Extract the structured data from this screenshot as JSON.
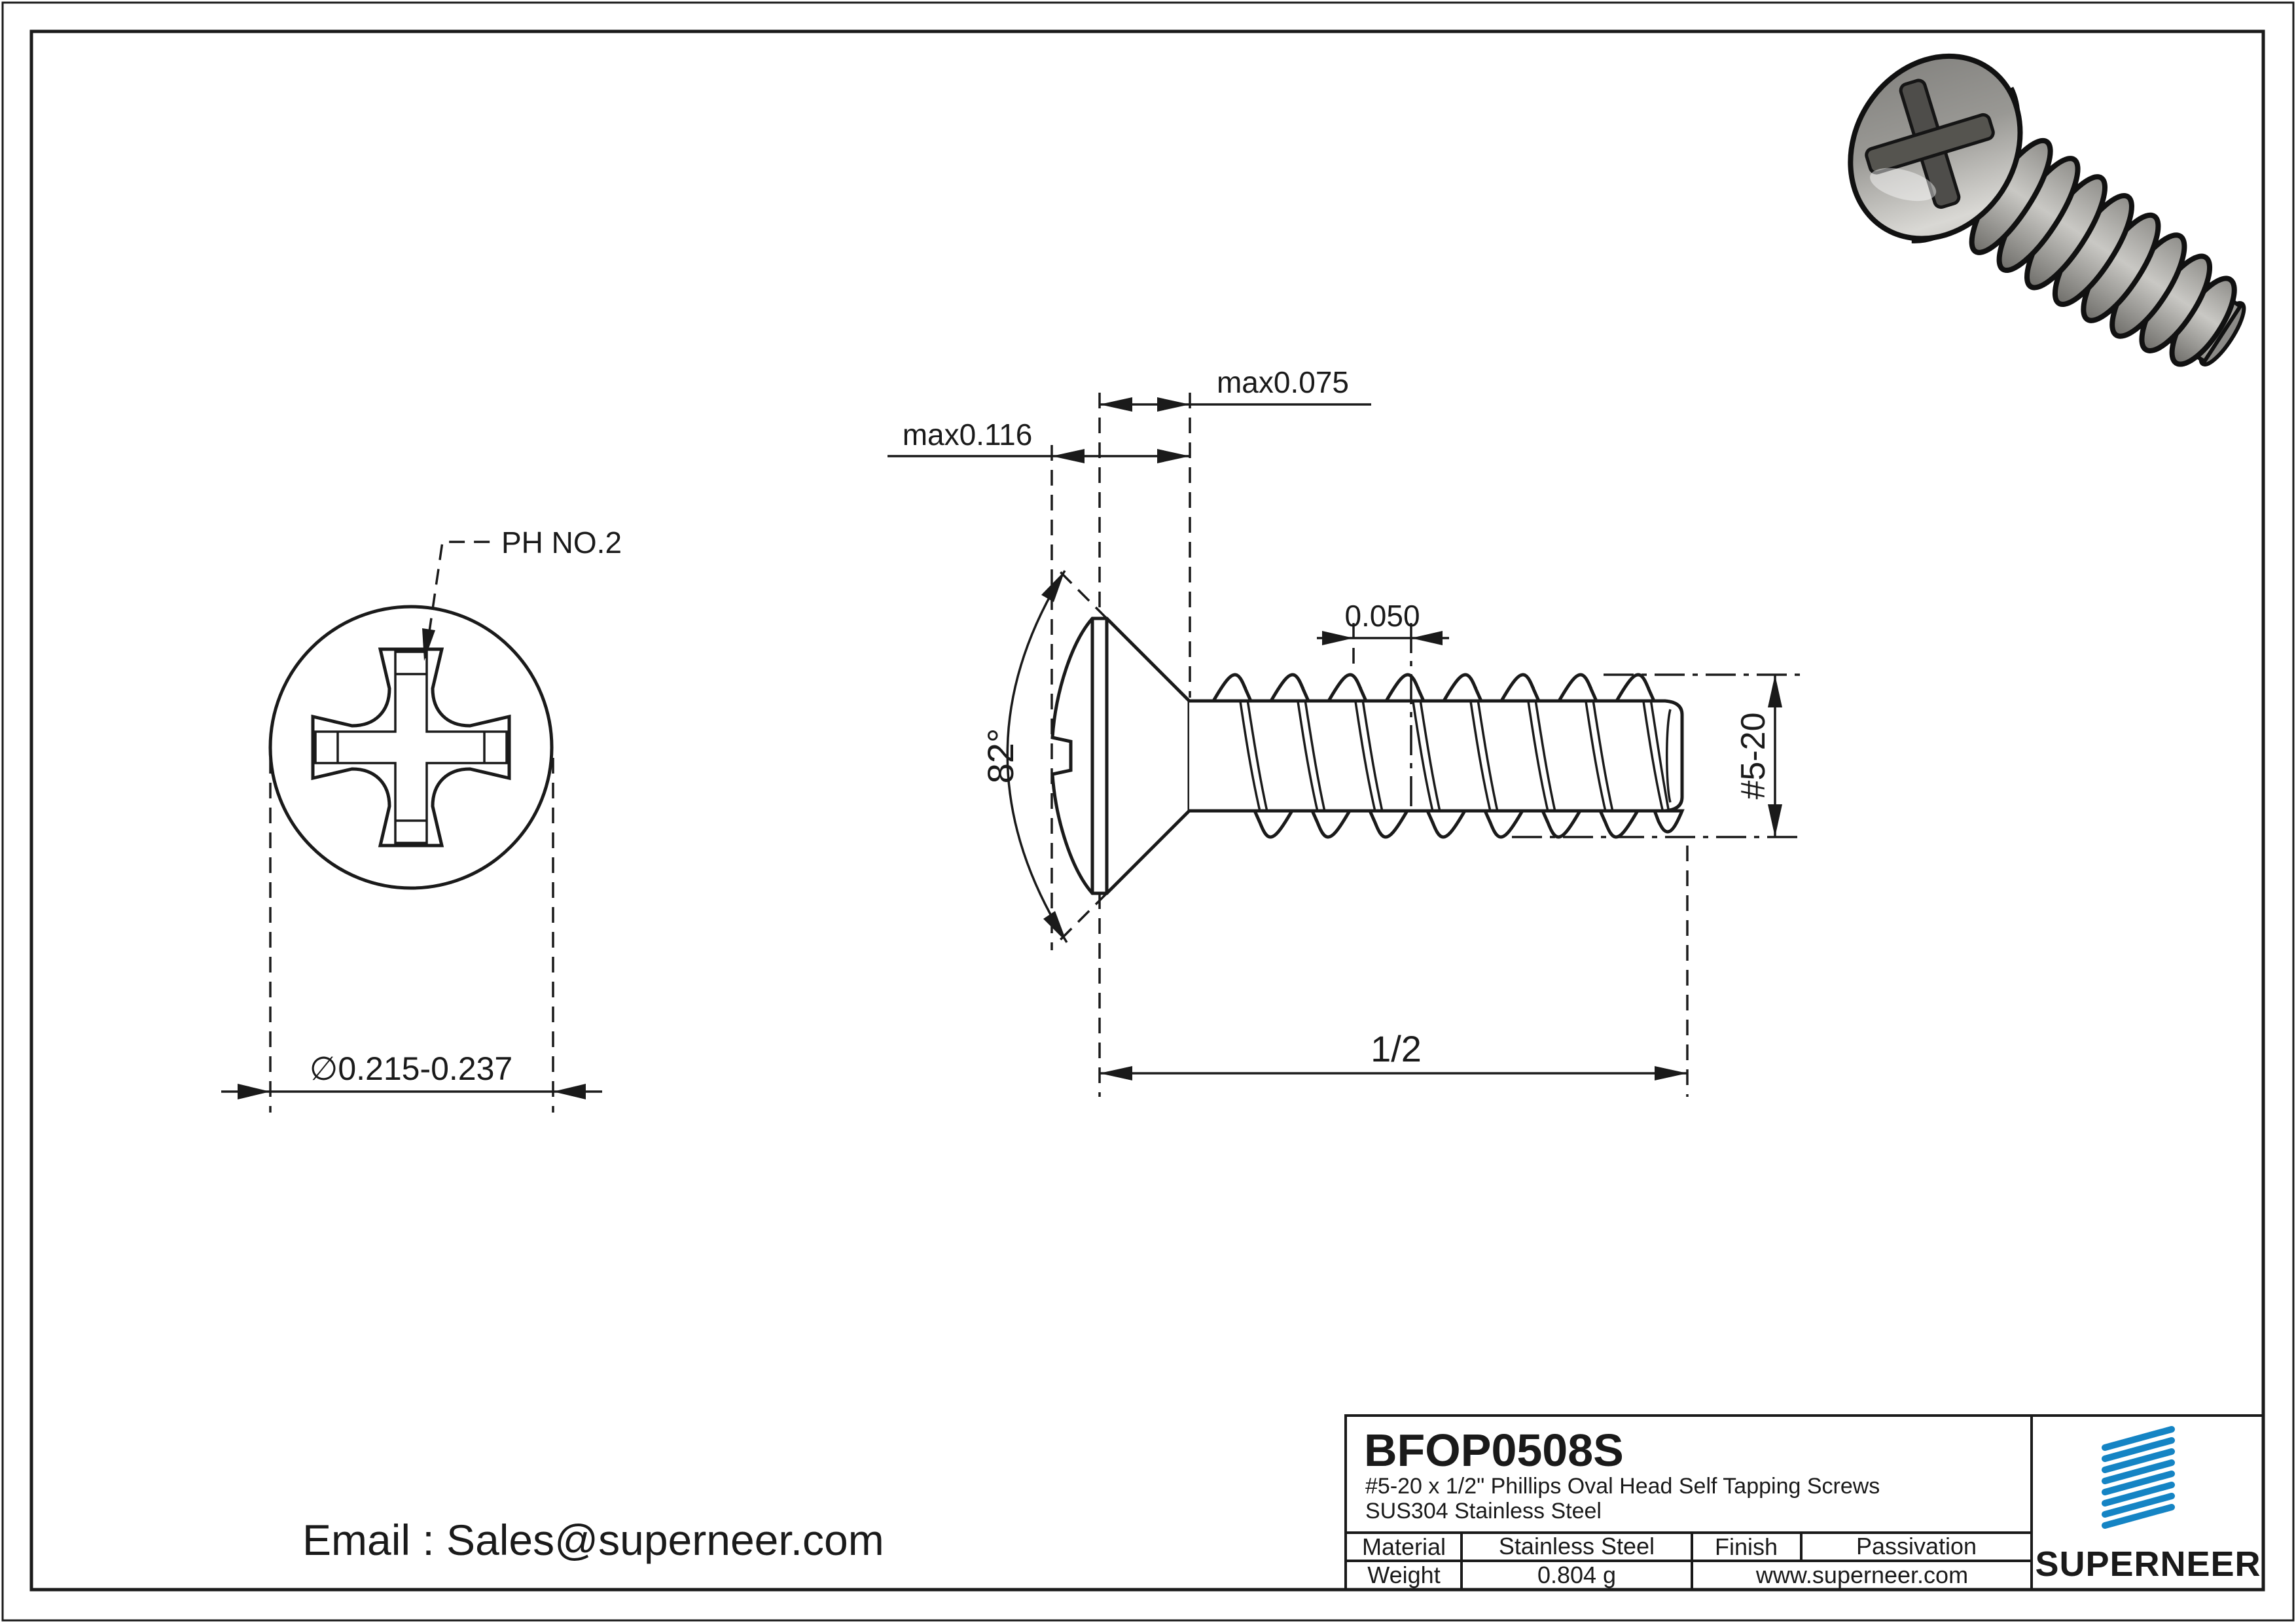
{
  "colors": {
    "brand_blue": "#1584c4",
    "link_blue": "#1e88cc"
  },
  "contact": {
    "email_line": "Email : Sales@superneer.com"
  },
  "front_view": {
    "recess_label": "PH NO.2",
    "diameter_label": "∅0.215-0.237"
  },
  "side_view": {
    "angle": "82°",
    "head_height": "max0.116",
    "dome_to_base": "max0.075",
    "thread_pitch": "0.050",
    "thread_size": "#5-20",
    "length": "1/2"
  },
  "title_block": {
    "part_number": "BFOP0508S",
    "description": "#5-20 x 1/2\" Phillips Oval Head Self Tapping Screws",
    "material_spec": "SUS304 Stainless Steel",
    "material_label": "Material",
    "material_value": "Stainless Steel",
    "finish_label": "Finish",
    "finish_value": "Passivation",
    "weight_label": "Weight",
    "weight_value": "0.804 g",
    "website": "www.superneer.com",
    "brand": "SUPERNEER"
  }
}
